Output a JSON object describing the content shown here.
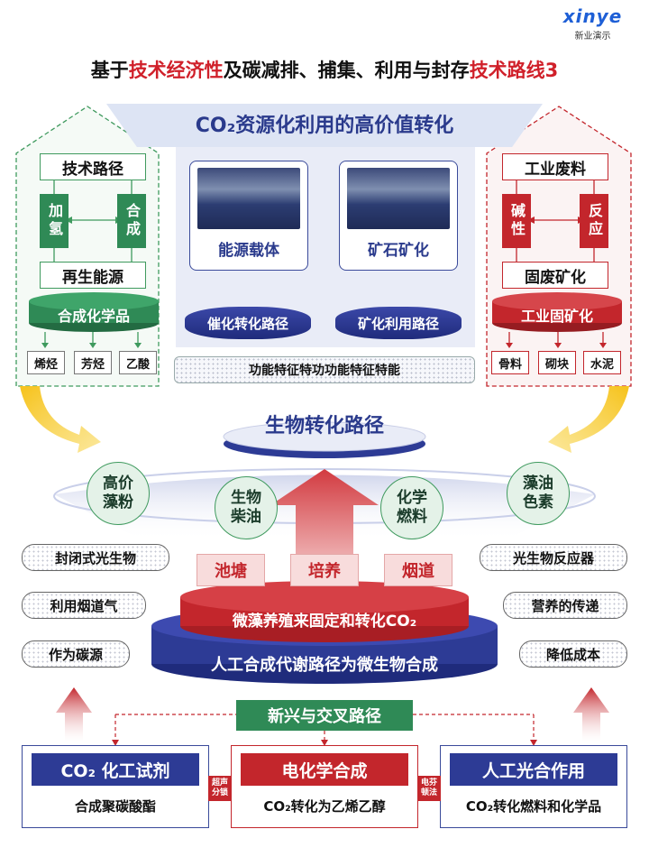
{
  "logo": {
    "word": "xinye",
    "sub": "新业演示"
  },
  "title": {
    "part1": "基于",
    "part2": "技术经济性",
    "part3": "及碳减排、捕集、利用与封存",
    "part4": "技术路线3"
  },
  "banner": "CO₂资源化利用的高价值转化",
  "left_house": {
    "top": "技术路径",
    "left_v": "加氢",
    "right_v": "合成",
    "bottom": "再生能源",
    "cylinder": "合成化学品",
    "items": [
      "烯烃",
      "芳烃",
      "乙酸"
    ]
  },
  "center": {
    "card1_label": "能源载体",
    "card2_label": "矿石矿化",
    "path1": "催化转化路径",
    "path2": "矿化利用路径",
    "feature": "功能特征特功功能特征特能"
  },
  "right_house": {
    "top": "工业废料",
    "left_v": "碱性",
    "right_v": "反应",
    "bottom": "固废矿化",
    "cylinder": "工业固矿化",
    "items": [
      "骨料",
      "砌块",
      "水泥"
    ]
  },
  "bio": {
    "title": "生物转化路径",
    "bubbles": [
      "高价藻粉",
      "生物柴油",
      "化学燃料",
      "藻油色素"
    ],
    "tags": [
      "池塘",
      "培养",
      "烟道"
    ],
    "red_disk": "微藻养殖来固定和转化CO₂",
    "blue_disk": "人工合成代谢路径为微生物合成"
  },
  "left_pills": [
    "封闭式光生物",
    "利用烟道气",
    "作为碳源"
  ],
  "right_pills": [
    "光生物反应器",
    "营养的传递",
    "降低成本"
  ],
  "emerging": "新兴与交叉路径",
  "bottom": {
    "box1_title": "CO₂ 化工试剂",
    "box1_sub": "合成聚碳酸酯",
    "conn1": "超声\n分锁",
    "box2_title": "电化学合成",
    "box2_sub": "CO₂转化为乙烯乙醇",
    "conn2": "电芬\n顿法",
    "box3_title": "人工光合作用",
    "box3_sub": "CO₂转化燃料和化学品"
  },
  "colors": {
    "green": "#2f8a56",
    "red": "#c3262c",
    "blue": "#2d3b95"
  }
}
